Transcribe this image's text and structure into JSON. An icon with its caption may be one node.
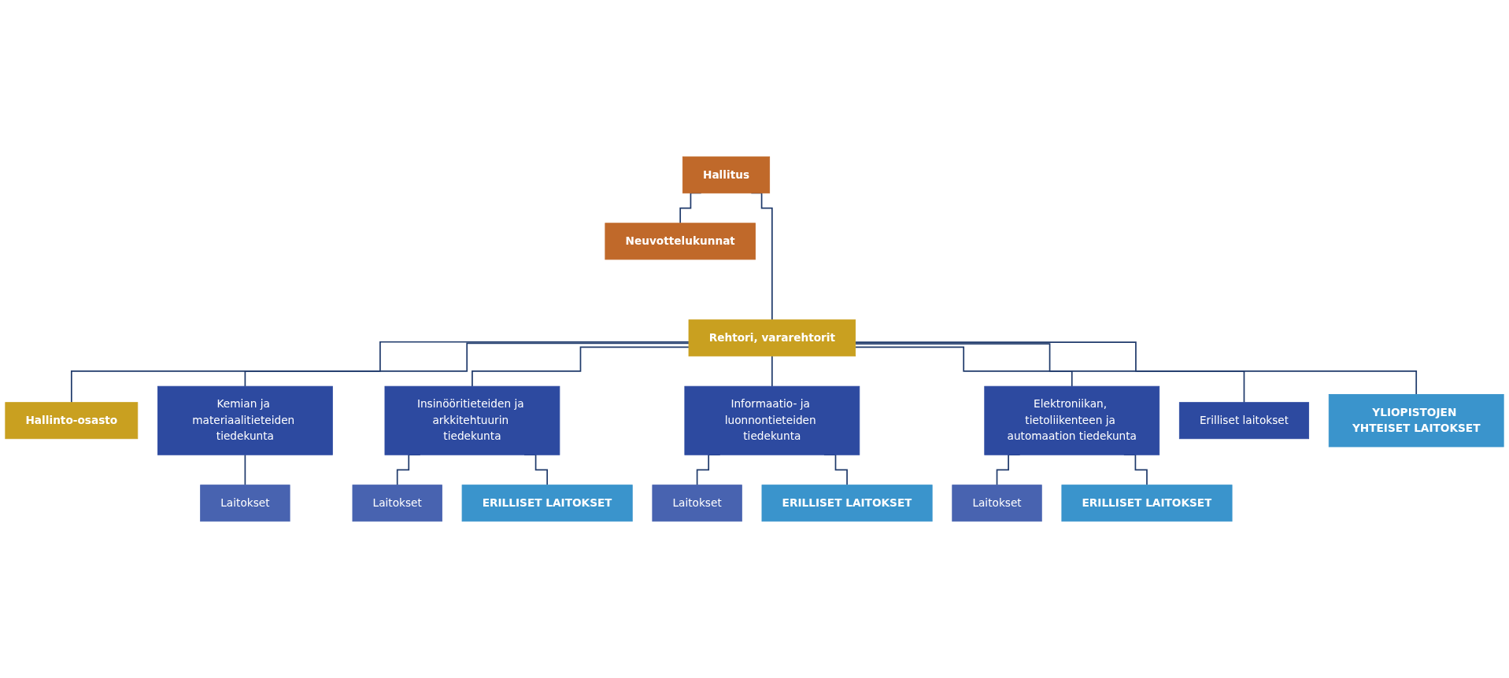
{
  "diagram": {
    "nodes": [
      {
        "text": [
          "Hallitus"
        ]
      },
      {
        "text": [
          "Neuvottelukunnat"
        ]
      },
      {
        "text": [
          "Rehtori, vararehtorit"
        ]
      },
      {
        "text": [
          "Hallinto-osasto"
        ]
      },
      {
        "text": [
          "Kemian ja materiaalitieteiden tiedekunta"
        ]
      },
      {
        "text": [
          "Insinööritieteiden ja arkkitehtuurin tiedekunta"
        ]
      },
      {
        "text": [
          "Informaatio- ja luonnontieteiden tiedekunta"
        ]
      },
      {
        "text": [
          "Elektroniikan, tietoliikenteen ja automaation tiedekunta"
        ]
      },
      {
        "text": [
          "Erilliset laitokset"
        ]
      },
      {
        "text": [
          "Laitokset"
        ]
      },
      {
        "text": [
          "Laitokset"
        ]
      },
      {
        "text": [
          "ERILLISET LAITOKSET"
        ]
      },
      {
        "text": [
          "Laitokset"
        ]
      },
      {
        "text": [
          "ERILLISET LAITOKSET"
        ]
      },
      {
        "text": [
          "Laitokset"
        ]
      },
      {
        "text": [
          "ERILLISET LAITOKSET"
        ]
      },
      {
        "text": [
          "YLIOPISTOJEN YHTEISET LAITOKSET"
        ]
      }
    ],
    "edges": [
      {
        "from": 0,
        "to": 2,
        "arrow": "none"
      },
      {
        "from": 0,
        "to": 1,
        "arrow": "none"
      },
      {
        "from": 2,
        "to": 3,
        "arrow": "none"
      },
      {
        "from": 2,
        "to": 4,
        "arrow": "none"
      },
      {
        "from": 2,
        "to": 5,
        "arrow": "none"
      },
      {
        "from": 2,
        "to": 6,
        "arrow": "none"
      },
      {
        "from": 2,
        "to": 7,
        "arrow": "none"
      },
      {
        "from": 2,
        "to": 8,
        "arrow": "none"
      },
      {
        "from": 2,
        "to": 16,
        "arrow": "none"
      },
      {
        "from": 4,
        "to": 9,
        "arrow": "none"
      },
      {
        "from": 5,
        "to": 10,
        "arrow": "none"
      },
      {
        "from": 5,
        "to": 11,
        "arrow": "none"
      },
      {
        "from": 6,
        "to": 12,
        "arrow": "none"
      },
      {
        "from": 6,
        "to": 13,
        "arrow": "none"
      },
      {
        "from": 7,
        "to": 14,
        "arrow": "none"
      },
      {
        "from": 7,
        "to": 15,
        "arrow": "none"
      }
    ]
  }
}
